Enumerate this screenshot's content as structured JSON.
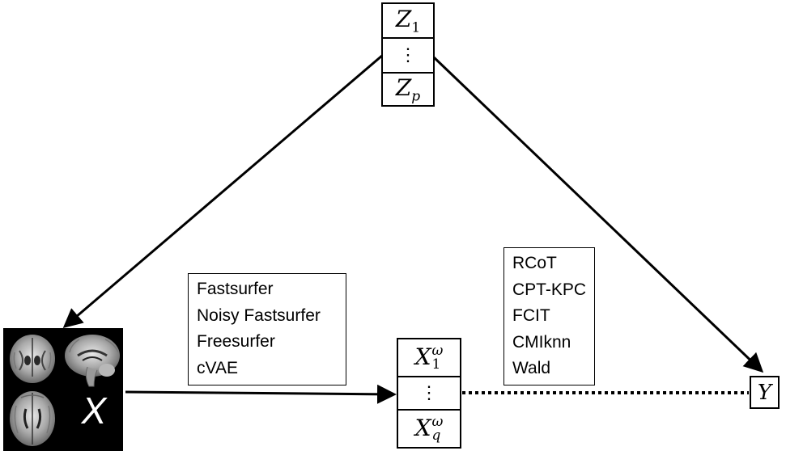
{
  "nodes": {
    "z": {
      "top_symbol": "Z",
      "top_index": "1",
      "middle": "⋮",
      "bottom_symbol": "Z",
      "bottom_index": "p"
    },
    "x_omega": {
      "top_symbol": "X",
      "top_index": "1",
      "top_super": "ω",
      "middle": "⋮",
      "bottom_symbol": "X",
      "bottom_index": "q",
      "bottom_super": "ω"
    },
    "y": {
      "symbol": "Y"
    },
    "image": {
      "label": "X"
    }
  },
  "methods_left": [
    "Fastsurfer",
    "Noisy Fastsurfer",
    "Freesurfer",
    "cVAE"
  ],
  "methods_right": [
    "RCoT",
    "CPT-KPC",
    "FCIT",
    "CMIknn",
    "Wald"
  ],
  "colors": {
    "line": "#000000",
    "background": "#ffffff",
    "image_bg": "#000000"
  }
}
